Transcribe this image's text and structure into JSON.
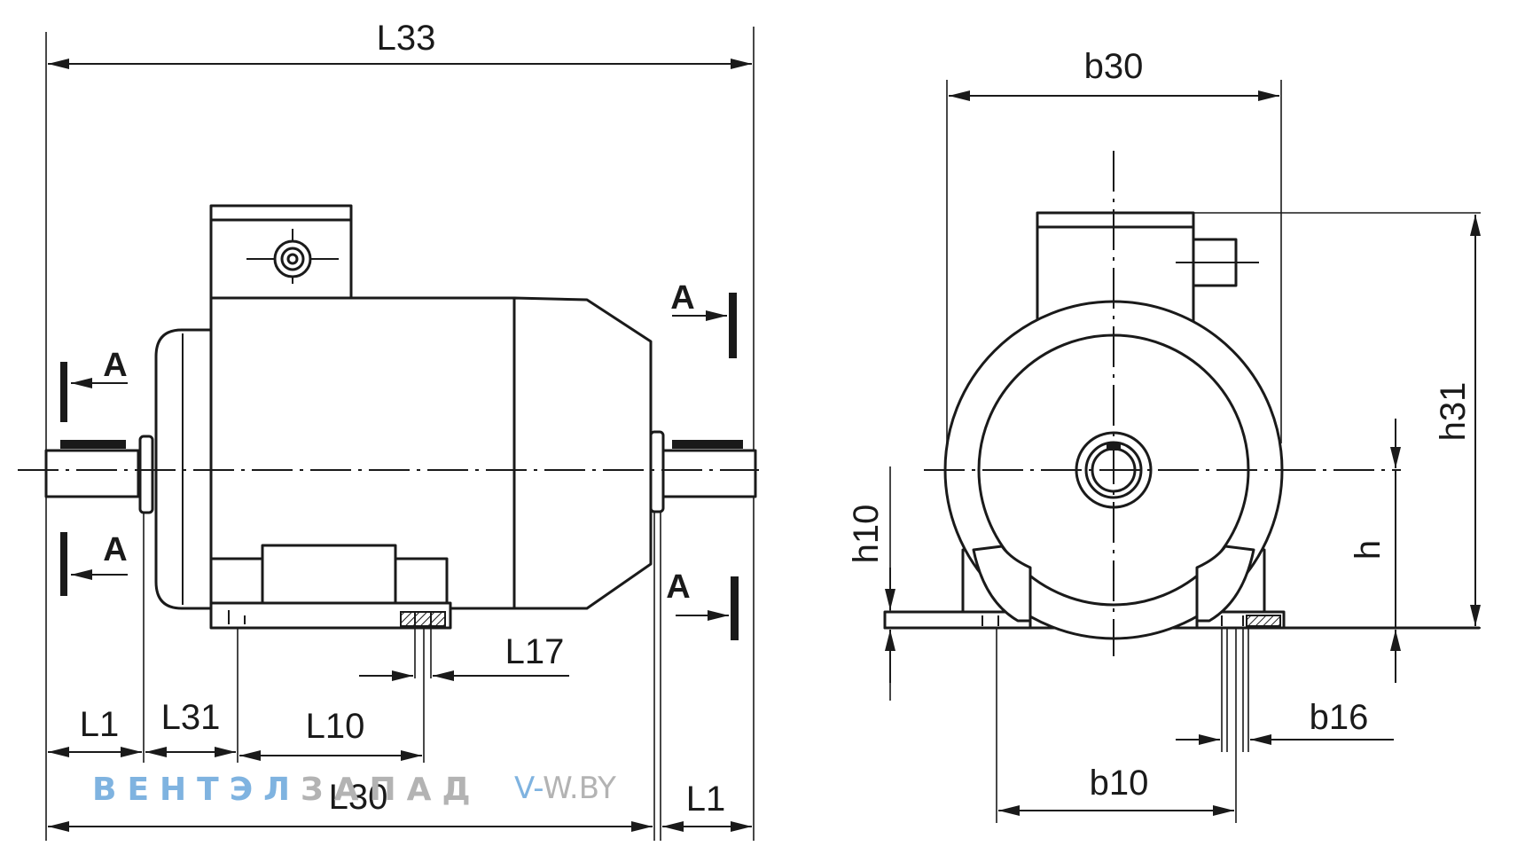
{
  "dimensions": {
    "side_view": {
      "L33": "L33",
      "L1_left": "L1",
      "L31": "L31",
      "L10": "L10",
      "L17": "L17",
      "L30": "L30",
      "L1_right": "L1"
    },
    "front_view": {
      "b30": "b30",
      "h31": "h31",
      "h10": "h10",
      "h": "h",
      "b16": "b16",
      "b10": "b10"
    }
  },
  "section_marks": {
    "top_left": "A",
    "bottom_left": "A",
    "top_right": "A",
    "bottom_right": "A"
  },
  "watermark": {
    "part1": "ВЕНТЭЛ",
    "part2": "ЗАПАД",
    "site_part1": "V-",
    "site_part2": "W.BY"
  },
  "colors": {
    "line": "#1a1a1a",
    "watermark_blue": "#7fb3e0",
    "watermark_gray": "#b3b3b3"
  }
}
